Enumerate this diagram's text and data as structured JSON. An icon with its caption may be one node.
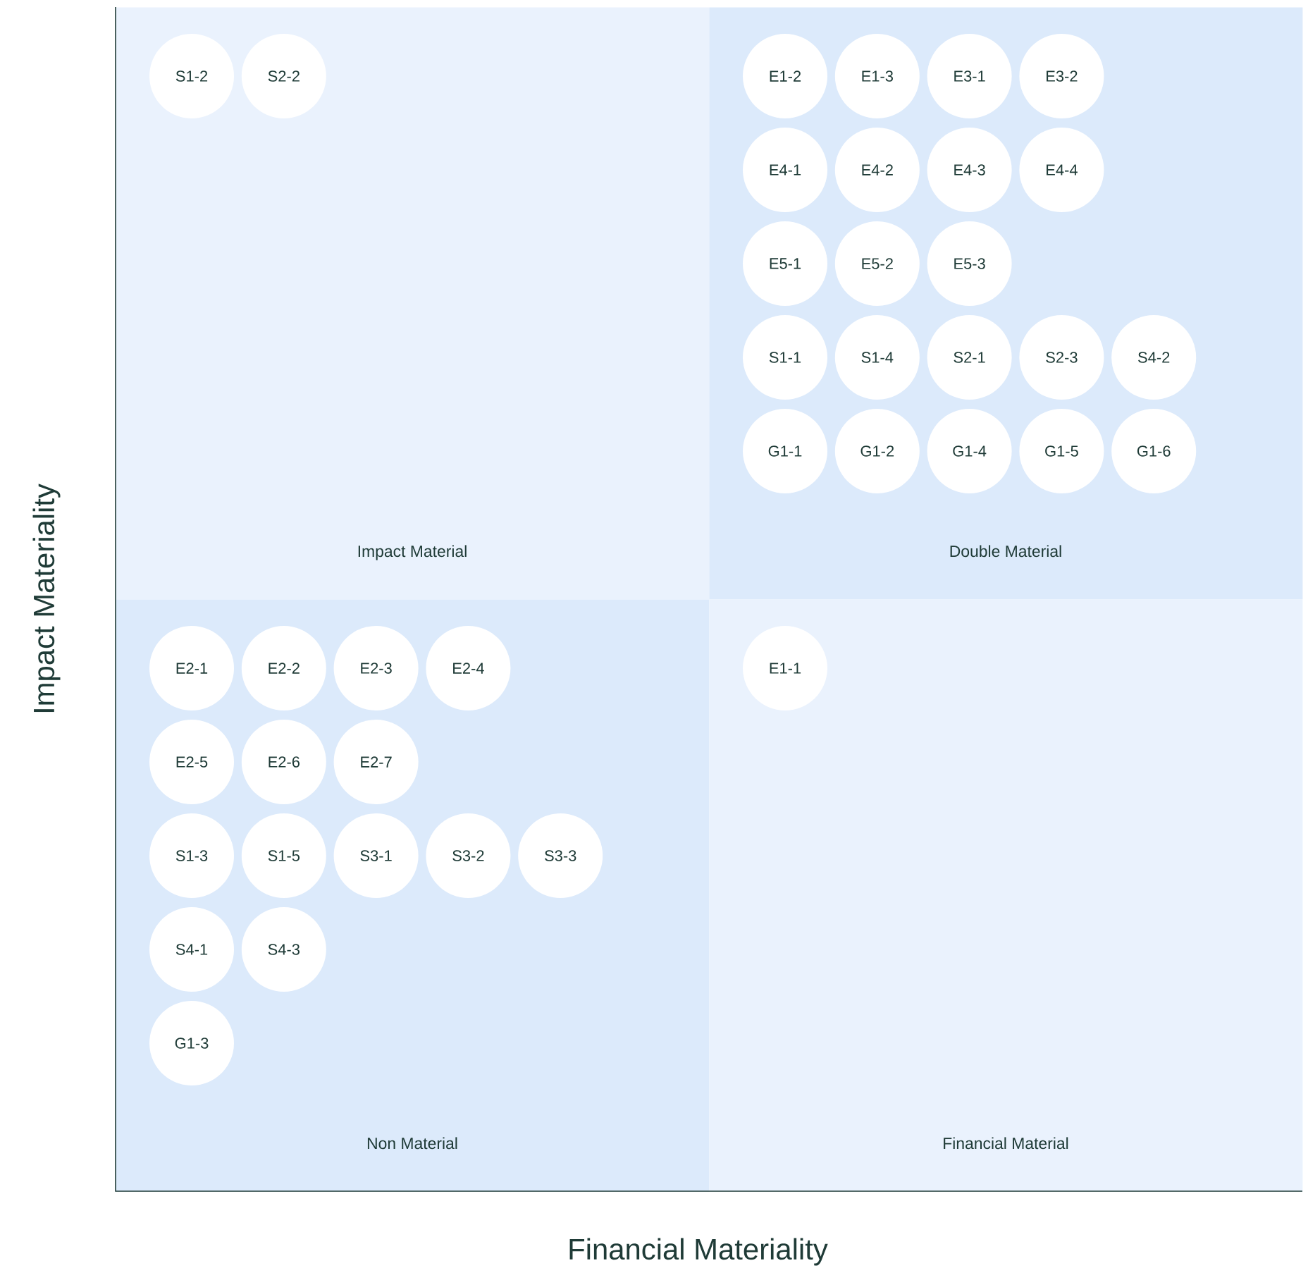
{
  "diagram": {
    "nodes": [
      {
        "text": [
          "Impact Material"
        ]
      },
      {
        "text": [
          "S1-2"
        ],
        "in": 0
      },
      {
        "text": [
          "S2-2"
        ],
        "in": 0
      },
      {
        "text": [
          "Double Material"
        ]
      },
      {
        "text": [
          "E1-2"
        ],
        "in": 3
      },
      {
        "text": [
          "E1-3"
        ],
        "in": 3
      },
      {
        "text": [
          "E3-1"
        ],
        "in": 3
      },
      {
        "text": [
          "E3-2"
        ],
        "in": 3
      },
      {
        "text": [
          "E4-1"
        ],
        "in": 3
      },
      {
        "text": [
          "E4-2"
        ],
        "in": 3
      },
      {
        "text": [
          "E4-3"
        ],
        "in": 3
      },
      {
        "text": [
          "E4-4"
        ],
        "in": 3
      },
      {
        "text": [
          "E5-1"
        ],
        "in": 3
      },
      {
        "text": [
          "E5-2"
        ],
        "in": 3
      },
      {
        "text": [
          "E5-3"
        ],
        "in": 3
      },
      {
        "text": [
          "S1-1"
        ],
        "in": 3
      },
      {
        "text": [
          "S1-4"
        ],
        "in": 3
      },
      {
        "text": [
          "S2-1"
        ],
        "in": 3
      },
      {
        "text": [
          "S2-3"
        ],
        "in": 3
      },
      {
        "text": [
          "S4-2"
        ],
        "in": 3
      },
      {
        "text": [
          "G1-1"
        ],
        "in": 3
      },
      {
        "text": [
          "G1-2"
        ],
        "in": 3
      },
      {
        "text": [
          "G1-4"
        ],
        "in": 3
      },
      {
        "text": [
          "G1-5"
        ],
        "in": 3
      },
      {
        "text": [
          "G1-6"
        ],
        "in": 3
      },
      {
        "text": [
          "Non Material"
        ]
      },
      {
        "text": [
          "E2-1"
        ],
        "in": 25
      },
      {
        "text": [
          "E2-2"
        ],
        "in": 25
      },
      {
        "text": [
          "E2-3"
        ],
        "in": 25
      },
      {
        "text": [
          "E2-4"
        ],
        "in": 25
      },
      {
        "text": [
          "E2-5"
        ],
        "in": 25
      },
      {
        "text": [
          "E2-6"
        ],
        "in": 25
      },
      {
        "text": [
          "E2-7"
        ],
        "in": 25
      },
      {
        "text": [
          "S1-3"
        ],
        "in": 25
      },
      {
        "text": [
          "S1-5"
        ],
        "in": 25
      },
      {
        "text": [
          "S3-1"
        ],
        "in": 25
      },
      {
        "text": [
          "S3-2"
        ],
        "in": 25
      },
      {
        "text": [
          "S3-3"
        ],
        "in": 25
      },
      {
        "text": [
          "S4-1"
        ],
        "in": 25
      },
      {
        "text": [
          "S4-3"
        ],
        "in": 25
      },
      {
        "text": [
          "G1-3"
        ],
        "in": 25
      },
      {
        "text": [
          "Financial Material"
        ]
      },
      {
        "text": [
          "E1-1"
        ],
        "in": 41
      }
    ],
    "labels": [
      "Impact Materiality",
      "Financial Materiality"
    ]
  }
}
